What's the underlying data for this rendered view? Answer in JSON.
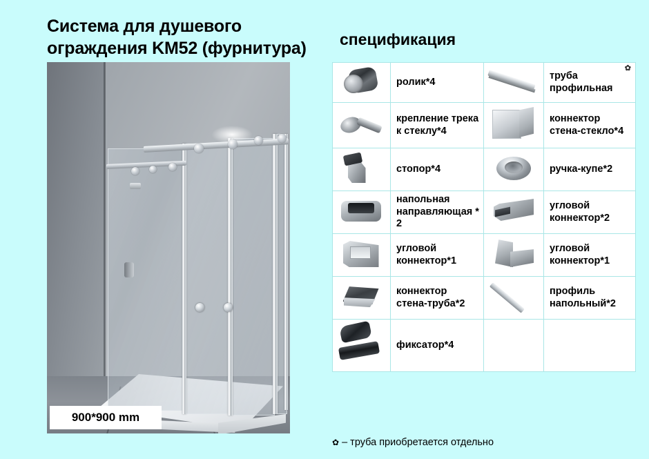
{
  "product": {
    "title": "Система для душевого ограждения KM52 (фурнитура)",
    "photo_caption": "900*900 mm",
    "photo_alt": "shower-enclosure-photo"
  },
  "spec": {
    "title": "спецификация",
    "footnote_mark": "✿",
    "footnote_text": "– труба приобретается отдельно",
    "rows": [
      {
        "left": {
          "icon": "roller-icon",
          "label": "ролик*4"
        },
        "right": {
          "icon": "profile-pipe-icon",
          "label": "труба профильная",
          "mark": "✿"
        }
      },
      {
        "left": {
          "icon": "track-glass-mount-icon",
          "label": "крепление трека к стеклу*4"
        },
        "right": {
          "icon": "wall-glass-connector-icon",
          "label": "коннектор стена-стекло*4"
        }
      },
      {
        "left": {
          "icon": "stopper-icon",
          "label": "стопор*4"
        },
        "right": {
          "icon": "sliding-handle-icon",
          "label": "ручка-купе*2"
        }
      },
      {
        "left": {
          "icon": "floor-guide-icon",
          "label": "напольная направляющая * 2"
        },
        "right": {
          "icon": "corner-connector-2-icon",
          "label": "угловой коннектор*2"
        }
      },
      {
        "left": {
          "icon": "corner-connector-1-icon",
          "label": "угловой коннектор*1"
        },
        "right": {
          "icon": "corner-connector-1b-icon",
          "label": "угловой коннектор*1"
        }
      },
      {
        "left": {
          "icon": "wall-pipe-connector-icon",
          "label": "коннектор стена-труба*2"
        },
        "right": {
          "icon": "floor-profile-icon",
          "label": "профиль напольный*2"
        }
      },
      {
        "left": {
          "icon": "fixator-icon",
          "label": "фиксатор*4"
        },
        "right": {
          "icon": "",
          "label": ""
        }
      }
    ]
  },
  "colors": {
    "background": "#c9fcfc",
    "table_border": "#a9e6e6",
    "text": "#000000",
    "cell_background": "#ffffff"
  }
}
